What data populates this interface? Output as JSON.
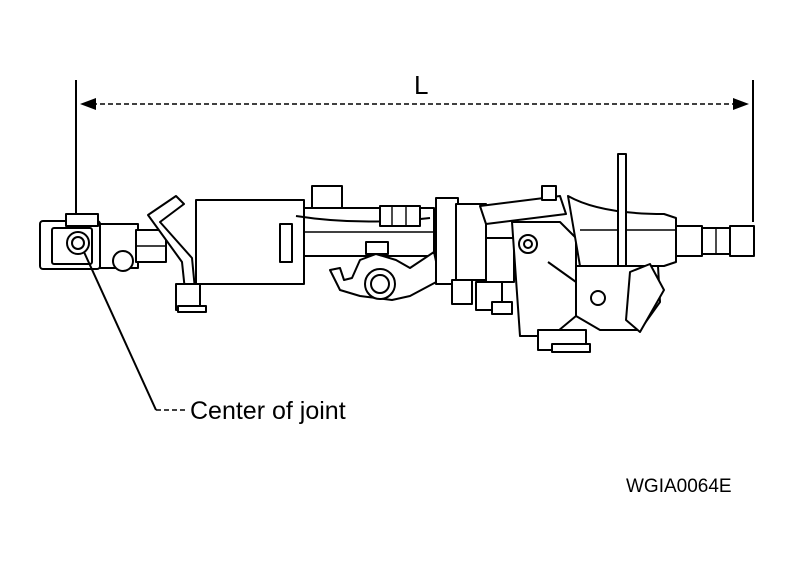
{
  "diagram": {
    "dimension_label": "L",
    "callout_label": "Center of joint",
    "figure_id": "WGIA0064E",
    "colors": {
      "line": "#000000",
      "fill": "#ffffff",
      "shade": "#d9d9d9"
    }
  }
}
